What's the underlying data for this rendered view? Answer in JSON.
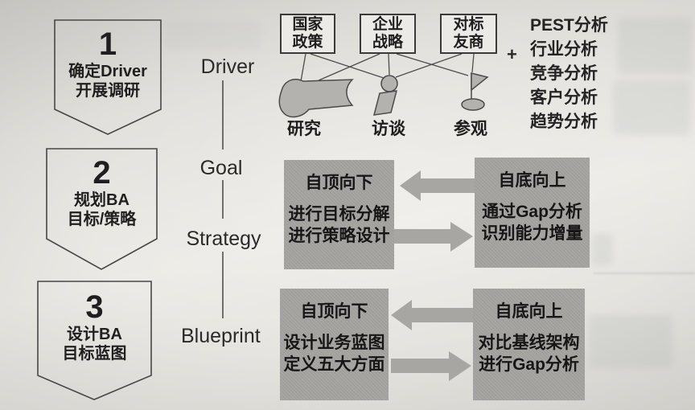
{
  "steps": [
    {
      "number": "1",
      "line1": "确定Driver",
      "line2": "开展调研"
    },
    {
      "number": "2",
      "line1": "规划BA",
      "line2": "目标/策略"
    },
    {
      "number": "3",
      "line1": "设计BA",
      "line2": "目标蓝图"
    }
  ],
  "phases": {
    "driver": "Driver",
    "goal": "Goal",
    "strategy": "Strategy",
    "blueprint": "Blueprint"
  },
  "sources": [
    {
      "line1": "国家",
      "line2": "政策"
    },
    {
      "line1": "企业",
      "line2": "战略"
    },
    {
      "line1": "对标",
      "line2": "友商"
    }
  ],
  "methods": [
    {
      "label": "研究"
    },
    {
      "label": "访谈"
    },
    {
      "label": "参观"
    }
  ],
  "analysis": {
    "plus": "+",
    "items": [
      "PEST分析",
      "行业分析",
      "竞争分析",
      "客户分析",
      "趋势分析"
    ]
  },
  "process": {
    "goal_strategy": {
      "top_down": {
        "title": "自顶向下",
        "lines": [
          "进行目标分解",
          "进行策略设计"
        ]
      },
      "bottom_up": {
        "title": "自底向上",
        "lines": [
          "通过Gap分析",
          "识别能力增量"
        ]
      }
    },
    "blueprint": {
      "top_down": {
        "title": "自顶向下",
        "lines": [
          "设计业务蓝图",
          "定义五大方面"
        ]
      },
      "bottom_up": {
        "title": "自底向上",
        "lines": [
          "对比基线架构",
          "进行Gap分析"
        ]
      }
    }
  },
  "colors": {
    "paper": "#e6e4df",
    "process_box_gray": "#a5a39f",
    "arrow_gray": "#a8a6a2",
    "ink": "#262626"
  }
}
